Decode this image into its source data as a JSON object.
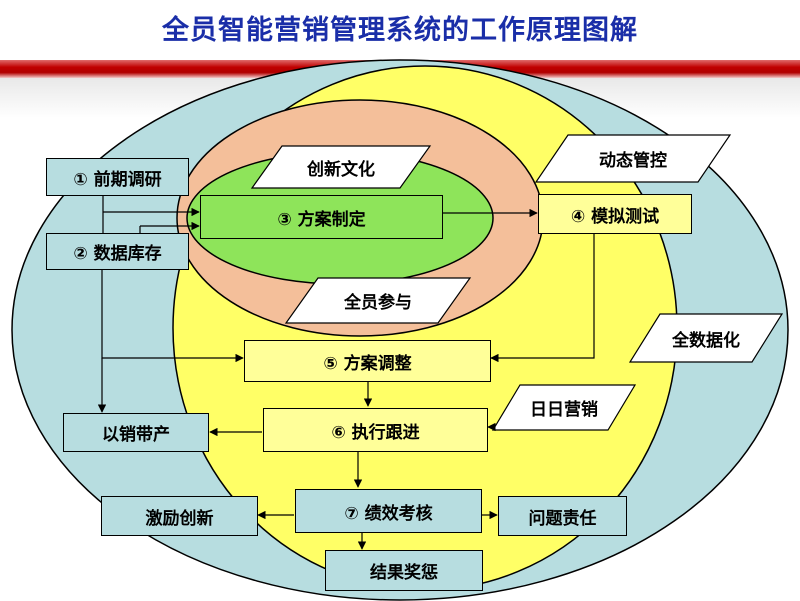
{
  "title": "全员智能营销管理系统的工作原理图解",
  "colors": {
    "title": "#1a2ea8",
    "band": "#c00000",
    "outer_ellipse": "#b7dde0",
    "middle_ellipse": "#ffff66",
    "salmon_ring": "#f4bf9a",
    "inner_ellipse": "#8ee45a"
  },
  "boxes": {
    "research": "① 前期调研",
    "database": "② 数据库存",
    "plan": "③ 方案制定",
    "simulation": "④ 模拟测试",
    "adjust": "⑤ 方案调整",
    "execute": "⑥ 执行跟进",
    "appraisal": "⑦ 绩效考核",
    "sales_prod": "以销带产",
    "incentive": "激励创新",
    "responsibility": "问题责任",
    "rewards": "结果奖惩"
  },
  "tags": {
    "innovation": "创新文化",
    "participation": "全员参与",
    "dynamic": "动态管控",
    "digitization": "全数据化",
    "daily": "日日营销"
  }
}
